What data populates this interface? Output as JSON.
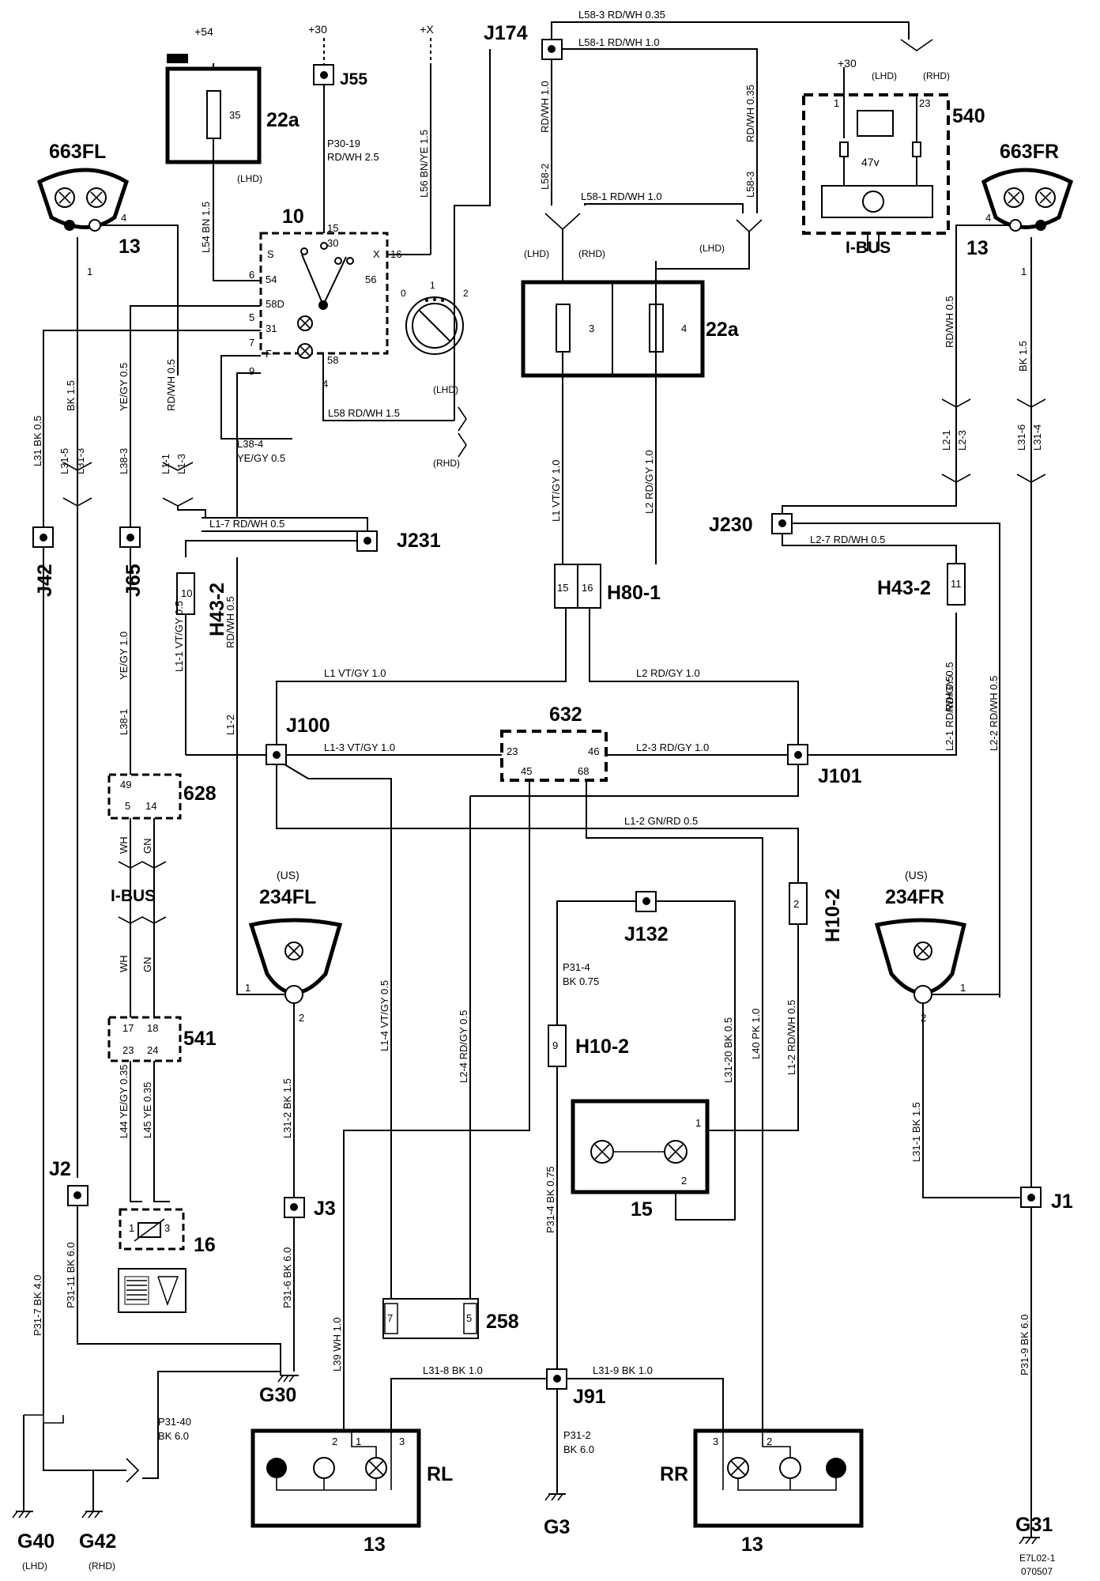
{
  "components": {
    "c22a_left": "22a",
    "f35": "35",
    "c10": "10",
    "c540": "540",
    "c22a_right": "22a",
    "f3": "3",
    "f4": "4",
    "c663fl": "663FL",
    "c663fr": "663FR",
    "c13_fl": "13",
    "c13_fr": "13",
    "c632": "632",
    "c628": "628",
    "c541": "541",
    "c16": "16",
    "c234fl": "234FL",
    "c234fr": "234FR",
    "us_fl": "(US)",
    "us_fr": "(US)",
    "c15": "15",
    "c258": "258",
    "rl": "RL",
    "rr": "RR",
    "c13_rl": "13",
    "c13_rr": "13",
    "ibus_top": "I-BUS",
    "ibus_mid": "I-BUS",
    "v47": "47v"
  },
  "supplies": {
    "s54": "+54",
    "s30": "+30",
    "sx": "+X",
    "s30b": "+30"
  },
  "junctions": {
    "j55": "J55",
    "j174": "J174",
    "j231": "J231",
    "j230": "J230",
    "j42": "J42",
    "j65": "J65",
    "j100": "J100",
    "j101": "J101",
    "j132": "J132",
    "j2": "J2",
    "j3": "J3",
    "j91": "J91",
    "j1": "J1"
  },
  "connectors": {
    "h80": "H80-1",
    "h43_left": "H43-2",
    "h43_right": "H43-2",
    "h10_right": "H10-2",
    "h10_mid": "H10-2"
  },
  "grounds": {
    "g30": "G30",
    "g40": "G40",
    "g42": "G42",
    "g3": "G3",
    "g31": "G31",
    "g40_note": "(LHD)",
    "g42_note": "(RHD)"
  },
  "wires": {
    "w_l58_3": "L58-3   RD/WH   0.35",
    "w_l58_1": "L58-1   RD/WH   1.0",
    "w_l58_1b": "L58-1   RD/WH  1.0",
    "w_l58": "L58  RD/WH  1.5",
    "w_rdwh10": "RD/WH  1.0",
    "w_l58_2": "L58-2",
    "w_l58_3v": "L58-3",
    "w_rdwh035": "RD/WH  0.35",
    "w_l56": "L56  BN/YE  1.5",
    "w_p30_19": "P30-19",
    "w_p30_19b": "RD/WH  2.5",
    "w_l54": "L54  BN  1.5",
    "w_l38_4": "L38-4",
    "w_l38_4b": "YE/GY  0.5",
    "w_l1_7": "L1-7      RD/WH   0.5",
    "w_l2_7": "L2-7      RD/WH   0.5",
    "w_l1": "L1  VT/GY  1.0",
    "w_l2": "L2  RD/GY  1.0",
    "w_l1h": "L1  VT/GY  1.0",
    "w_l2h": "L2  RD/GY   1.0",
    "w_l1_3": "L1-3  VT/GY  1.0",
    "w_l2_3": "L2-3  RD/GY    1.0",
    "w_l1_2h": "L1-2   GN/RD    0.5",
    "w_l31": "L31  BK  0.5",
    "w_bk15": "BK  1.5",
    "w_yegy05": "YE/GY  0.5",
    "w_rdwh05": "RD/WH  0.5",
    "w_l38_1": "L38-1",
    "w_yegy10": "YE/GY  1.0",
    "w_l1_1": "L1-1   VT/GY  0.5",
    "w_l1_2": "L1-2",
    "w_rdwh05b": "RD/WH  0.5",
    "w_wh": "WH",
    "w_gn": "GN",
    "w_wh2": "WH",
    "w_gn2": "GN",
    "w_l44": "L44   YE/GY  0.35",
    "w_l45": "L45   YE  0.35",
    "w_p31_7": "P31-7  BK  4.0",
    "w_p31_11": "P31-11  BK  6.0",
    "w_p31_40": "P31-40",
    "w_p31_40b": "BK  6.0",
    "w_l31_2": "L31-2  BK  1.5",
    "w_p31_6": "P31-6  BK  6.0",
    "w_l39": "L39  WH  1.0",
    "w_l1_4": "L1-4   VT/GY  0.5",
    "w_l2_4": "L2-4   RD/GY  0.5",
    "w_p31_4": "P31-4",
    "w_p31_4b": "BK  0.75",
    "w_p31_4v": "P31-4  BK  0.75",
    "w_l31_20": "L31-20  BK  0.5",
    "w_l40": "L40  PK  1.0",
    "w_l1_2v": "L1-2   RD/WH  0.5",
    "w_l31_8": "L31-8   BK   1.0",
    "w_l31_9": "L31-9   BK   1.0",
    "w_p31_2": "P31-2",
    "w_p31_2b": "BK  6.0",
    "w_rdwh05r": "RD/WH  0.5",
    "w_bk15r": "BK  1.5",
    "w_l2_1": "L2-1   RD/WH  0.5",
    "w_l2_2": "L2-2   RD/WH  0.5",
    "w_rdgy05": "RD/GY  0.5",
    "w_l31_1": "L31-1  BK  1.5",
    "w_p31_9": "P31-9  BK  6.0",
    "w_l1_1c": "L1-1",
    "w_l1_3c": "L1-3",
    "w_l31_5": "L31-5",
    "w_l31_3": "L31-3",
    "w_l38_3": "L38-3",
    "w_l2_1c": "L2-1",
    "w_l2_3c": "L2-3",
    "w_l31_6": "L31-6",
    "w_l31_4": "L31-4"
  },
  "variants": {
    "lhd_a": "(LHD)",
    "rhd_a": "(RHD)",
    "lhd_b": "(LHD)",
    "rhd_b": "(RHD)",
    "lhd_c": "(LHD)",
    "lhd_d": "(LHD)",
    "rhd_d": "(RHD)",
    "lhd_e": "(LHD)"
  },
  "pins": {
    "sw_s": "S",
    "sw_54": "54",
    "sw_58d": "58D",
    "sw_31": "31",
    "sw_f": "F",
    "sw_15": "15",
    "sw_30": "30",
    "sw_x": "X",
    "sw_56": "56",
    "sw_58": "58",
    "p6": "6",
    "p5": "5",
    "p7": "7",
    "p9": "9",
    "p16": "16",
    "p4": "4",
    "k0": "0",
    "k1": "1",
    "k2": "2",
    "fl4": "4",
    "fl1": "1",
    "fr4": "4",
    "fr1": "1",
    "p540_1": "1",
    "p540_23": "23",
    "h80_15": "15",
    "h80_16": "16",
    "h43l": "10",
    "h43r": "11",
    "c632_23": "23",
    "c632_46": "46",
    "c632_45": "45",
    "c632_68": "68",
    "c628_49": "49",
    "c628_5": "5",
    "c628_14": "14",
    "c541_17": "17",
    "c541_18": "18",
    "c541_23": "23",
    "c541_24": "24",
    "c16_1": "1",
    "c16_3": "3",
    "b234fl_1": "1",
    "b234fl_2": "2",
    "b234fr_1": "1",
    "b234fr_2": "2",
    "h10r": "2",
    "h10m": "9",
    "c15_1": "1",
    "c15_2": "2",
    "c258_7": "7",
    "c258_5": "5",
    "rl_1": "1",
    "rl_2": "2",
    "rl_3": "3",
    "rr_3": "3",
    "rr_2": "2"
  },
  "doc_code": "E7L02-1",
  "doc_date": "070507"
}
